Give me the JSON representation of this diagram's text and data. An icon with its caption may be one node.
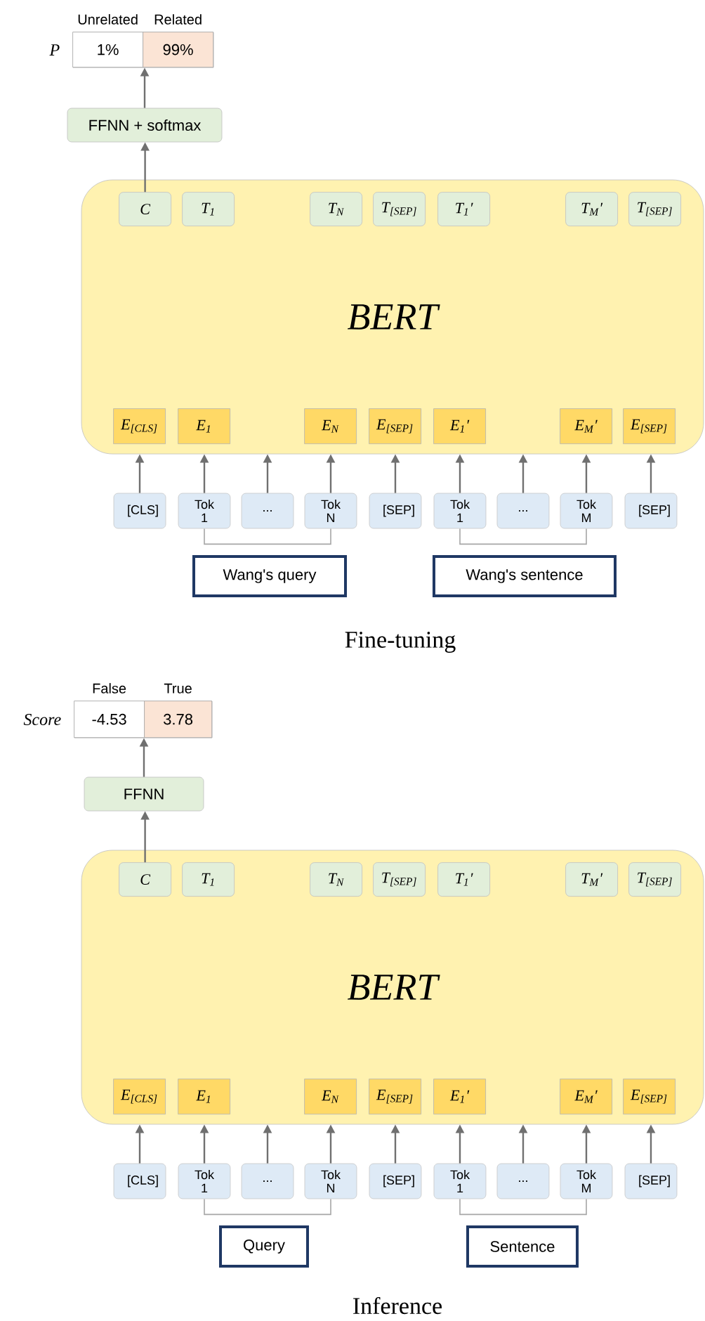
{
  "diagram": {
    "nodes": [
      {
        "text": [],
        "shape": "box",
        "beside": [
          "P"
        ]
      },
      {
        "text": [
          "1%"
        ],
        "in": 0,
        "beside": [
          "Unrelated"
        ]
      },
      {
        "text": [
          "99%"
        ],
        "in": 0,
        "beside": [
          "Related"
        ]
      },
      {
        "text": [
          "FFNN + softmax"
        ]
      },
      {
        "text": [
          "BERT"
        ]
      },
      {
        "text": [
          "C"
        ],
        "in": 4
      },
      {
        "text": [
          "T$_{1}$"
        ],
        "in": 4
      },
      {
        "text": [
          "T$_{N}$"
        ],
        "in": 4
      },
      {
        "text": [
          "T$_{[SEP]}$"
        ],
        "in": 4
      },
      {
        "text": [
          "T$_{1}$′"
        ],
        "in": 4
      },
      {
        "text": [
          "T$_{M}$′"
        ],
        "in": 4
      },
      {
        "text": [
          "T$_{[SEP]}$"
        ],
        "in": 4
      },
      {
        "text": [
          "E$_{[CLS]}$"
        ],
        "in": 4
      },
      {
        "text": [
          "E$_{1}$"
        ],
        "in": 4
      },
      {
        "text": [
          "E$_{N}$"
        ],
        "in": 4
      },
      {
        "text": [
          "E$_{[SEP]}$"
        ],
        "in": 4
      },
      {
        "text": [
          "E$_{1}$′"
        ],
        "in": 4
      },
      {
        "text": [
          "E$_{M}$′"
        ],
        "in": 4
      },
      {
        "text": [
          "E$_{[SEP]}$"
        ],
        "in": 4
      },
      {
        "text": [
          "[CLS]"
        ]
      },
      {
        "text": [
          "Tok 1"
        ]
      },
      {
        "text": [
          "..."
        ]
      },
      {
        "text": [
          "Tok N"
        ]
      },
      {
        "text": [
          "[SEP]"
        ]
      },
      {
        "text": [
          "Tok 1"
        ]
      },
      {
        "text": [
          "..."
        ]
      },
      {
        "text": [
          "Tok M"
        ]
      },
      {
        "text": [
          "[SEP]"
        ]
      },
      {
        "text": [
          "Wang's query"
        ]
      },
      {
        "text": [
          "Wang's sentence"
        ]
      },
      {
        "text": [],
        "shape": "box",
        "beside": [
          "Score"
        ]
      },
      {
        "text": [
          "-4.53"
        ],
        "in": 30,
        "beside": [
          "False"
        ]
      },
      {
        "text": [
          "3.78"
        ],
        "in": 30,
        "beside": [
          "True"
        ]
      },
      {
        "text": [
          "FFNN"
        ]
      },
      {
        "text": [
          "BERT"
        ]
      },
      {
        "text": [
          "C"
        ],
        "in": 34
      },
      {
        "text": [
          "T$_{1}$"
        ],
        "in": 34
      },
      {
        "text": [
          "T$_{N}$"
        ],
        "in": 34
      },
      {
        "text": [
          "T$_{[SEP]}$"
        ],
        "in": 34
      },
      {
        "text": [
          "T$_{1}$′"
        ],
        "in": 34
      },
      {
        "text": [
          "T$_{M}$′"
        ],
        "in": 34
      },
      {
        "text": [
          "T$_{[SEP]}$"
        ],
        "in": 34
      },
      {
        "text": [
          "E$_{[CLS]}$"
        ],
        "in": 34
      },
      {
        "text": [
          "E$_{1}$"
        ],
        "in": 34
      },
      {
        "text": [
          "E$_{N}$"
        ],
        "in": 34
      },
      {
        "text": [
          "E$_{[SEP]}$"
        ],
        "in": 34
      },
      {
        "text": [
          "E$_{1}$′"
        ],
        "in": 34
      },
      {
        "text": [
          "E$_{M}$′"
        ],
        "in": 34
      },
      {
        "text": [
          "E$_{[SEP]}$"
        ],
        "in": 34
      },
      {
        "text": [
          "[CLS]"
        ]
      },
      {
        "text": [
          "Tok 1"
        ]
      },
      {
        "text": [
          "..."
        ]
      },
      {
        "text": [
          "Tok N"
        ]
      },
      {
        "text": [
          "[SEP]"
        ]
      },
      {
        "text": [
          "Tok 1"
        ]
      },
      {
        "text": [
          "..."
        ]
      },
      {
        "text": [
          "Tok M"
        ]
      },
      {
        "text": [
          "[SEP]"
        ]
      },
      {
        "text": [
          "Query"
        ]
      },
      {
        "text": [
          "Sentence"
        ]
      }
    ],
    "edges": [
      {
        "from": 3,
        "to": 0,
        "arrow": "to"
      },
      {
        "from": 5,
        "to": 3,
        "arrow": "to"
      },
      {
        "from": 19,
        "to": 4,
        "arrow": "to"
      },
      {
        "from": 20,
        "to": 4,
        "arrow": "to"
      },
      {
        "from": 21,
        "to": 4,
        "arrow": "to"
      },
      {
        "from": 22,
        "to": 4,
        "arrow": "to"
      },
      {
        "from": 23,
        "to": 4,
        "arrow": "to"
      },
      {
        "from": 24,
        "to": 4,
        "arrow": "to"
      },
      {
        "from": 25,
        "to": 4,
        "arrow": "to"
      },
      {
        "from": 26,
        "to": 4,
        "arrow": "to"
      },
      {
        "from": 27,
        "to": 4,
        "arrow": "to"
      },
      {
        "from": 20,
        "to": 22,
        "arrow": "none"
      },
      {
        "from": 24,
        "to": 26,
        "arrow": "none"
      },
      {
        "from": 33,
        "to": 30,
        "arrow": "to"
      },
      {
        "from": 35,
        "to": 33,
        "arrow": "to"
      },
      {
        "from": 49,
        "to": 34,
        "arrow": "to"
      },
      {
        "from": 50,
        "to": 34,
        "arrow": "to"
      },
      {
        "from": 51,
        "to": 34,
        "arrow": "to"
      },
      {
        "from": 52,
        "to": 34,
        "arrow": "to"
      },
      {
        "from": 53,
        "to": 34,
        "arrow": "to"
      },
      {
        "from": 54,
        "to": 34,
        "arrow": "to"
      },
      {
        "from": 55,
        "to": 34,
        "arrow": "to"
      },
      {
        "from": 56,
        "to": 34,
        "arrow": "to"
      },
      {
        "from": 57,
        "to": 34,
        "arrow": "to"
      },
      {
        "from": 50,
        "to": 52,
        "arrow": "none"
      },
      {
        "from": 54,
        "to": 56,
        "arrow": "none"
      }
    ],
    "labels": [
      "Fine-tuning",
      "Inference"
    ]
  }
}
